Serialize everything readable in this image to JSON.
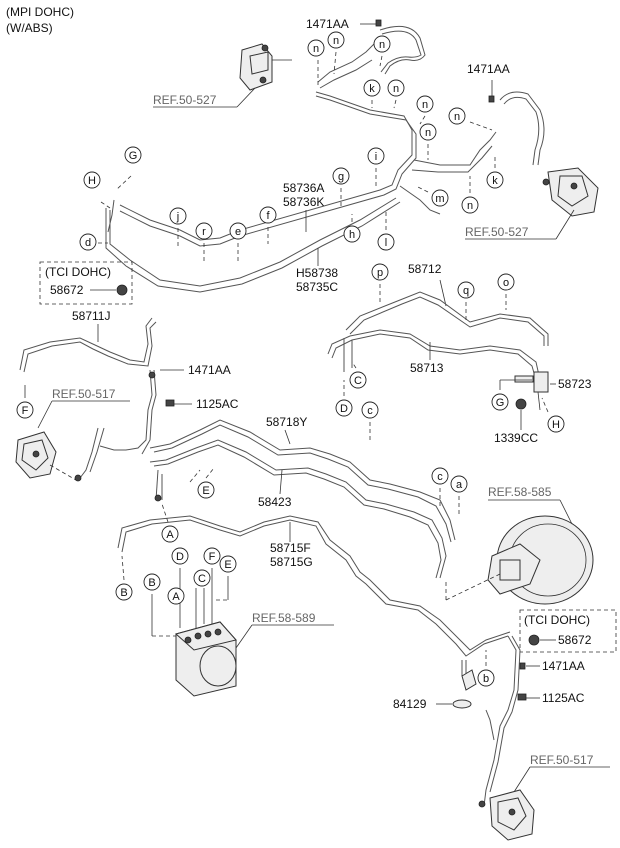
{
  "header": {
    "line1": "(MPI DOHC)",
    "line2": "(W/ABS)"
  },
  "parts": {
    "p1471aa_top": "1471AA",
    "p1471aa_right": "1471AA",
    "p1471aa_left": "1471AA",
    "p1471aa_bottom": "1471AA",
    "p1125ac_left": "1125AC",
    "p1125ac_bottom": "1125AC",
    "p58736a": "58736A",
    "p58736k": "58736K",
    "h58738": "H58738",
    "p58735c": "58735C",
    "p58672_top": "58672",
    "p58672_bottom": "58672",
    "p58711j": "58711J",
    "p58712": "58712",
    "p58713": "58713",
    "p58723": "58723",
    "p1339cc": "1339CC",
    "p58718y": "58718Y",
    "p58423": "58423",
    "p58715f": "58715F",
    "p58715g": "58715G",
    "p84129": "84129"
  },
  "refs": {
    "ref50527_top": "REF.50-527",
    "ref50527_right": "REF.50-527",
    "ref50517_left": "REF.50-517",
    "ref50517_bottom": "REF.50-517",
    "ref58585": "REF.58-585",
    "ref58589": "REF.58-589"
  },
  "boxes": {
    "tci_top": "(TCI DOHC)",
    "tci_bottom": "(TCI DOHC)"
  },
  "callouts": {
    "n": "n",
    "k": "k",
    "G": "G",
    "H": "H",
    "d": "d",
    "j": "j",
    "r": "r",
    "e": "e",
    "f": "f",
    "g": "g",
    "h": "h",
    "i": "i",
    "l": "l",
    "m": "m",
    "p": "p",
    "q": "q",
    "o": "o",
    "C": "C",
    "D": "D",
    "F": "F",
    "c": "c",
    "a": "a",
    "b": "b",
    "A": "A",
    "B": "B",
    "E": "E"
  }
}
